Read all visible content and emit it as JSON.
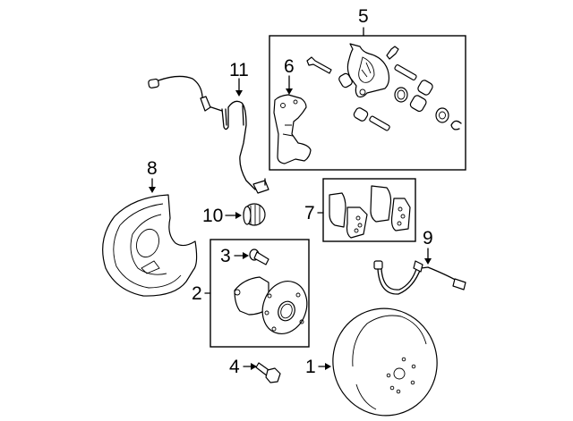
{
  "diagram": {
    "title": "Rear Brake Components",
    "callouts": [
      {
        "number": "1",
        "part": "rotor"
      },
      {
        "number": "2",
        "part": "hub-bearing-assembly"
      },
      {
        "number": "3",
        "part": "hub-bolt"
      },
      {
        "number": "4",
        "part": "mounting-bolt"
      },
      {
        "number": "5",
        "part": "caliper-assembly"
      },
      {
        "number": "6",
        "part": "caliper-support"
      },
      {
        "number": "7",
        "part": "brake-pads"
      },
      {
        "number": "8",
        "part": "backing-plate"
      },
      {
        "number": "9",
        "part": "brake-hose"
      },
      {
        "number": "10",
        "part": "dust-boot"
      },
      {
        "number": "11",
        "part": "abs-sensor-wire"
      }
    ]
  }
}
